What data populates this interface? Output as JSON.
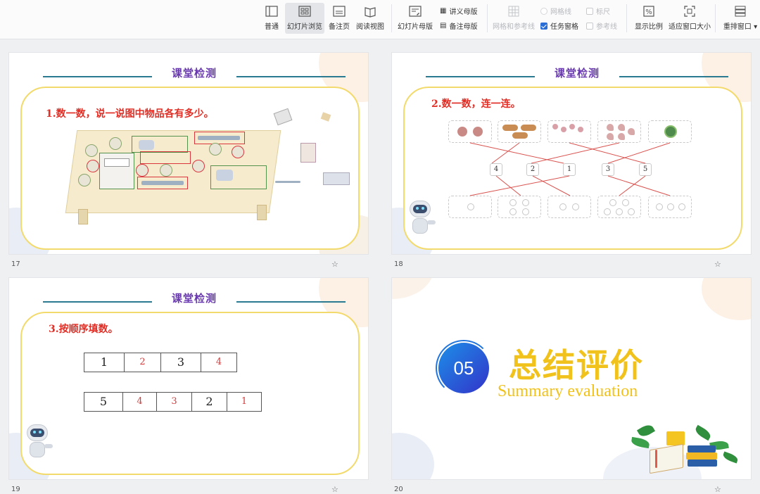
{
  "ribbon": {
    "buttons": [
      {
        "label": "普通"
      },
      {
        "label": "幻灯片浏览"
      },
      {
        "label": "备注页"
      },
      {
        "label": "阅读视图"
      },
      {
        "label": "幻灯片母版"
      }
    ],
    "handout_master": "讲义母版",
    "notes_master": "备注母版",
    "grid_and_guides": "网格和参考线",
    "gridlines": "网格线",
    "task_pane": "任务窗格",
    "ruler": "标尺",
    "guides": "参考线",
    "zoom": "显示比例",
    "fit_window": "适应窗口大小",
    "rearrange_window": "重排窗口"
  },
  "slides": [
    {
      "number": "17",
      "title": "课堂检测",
      "question": "1.数一数，说一说图中物品各有多少。"
    },
    {
      "number": "18",
      "title": "课堂检测",
      "question": "2.数一数，连一连。",
      "numbers": [
        "4",
        "2",
        "1",
        "3",
        "5"
      ]
    },
    {
      "number": "19",
      "title": "课堂检测",
      "question": "3.按顺序填数。",
      "row1": [
        "1",
        "2",
        "3",
        "4"
      ],
      "row2": [
        "5",
        "4",
        "3",
        "2",
        "1"
      ]
    },
    {
      "number": "20",
      "badge": "05",
      "heading_cn": "总结评价",
      "heading_en": "Summary evaluation"
    }
  ],
  "icons": {
    "star": "☆"
  }
}
